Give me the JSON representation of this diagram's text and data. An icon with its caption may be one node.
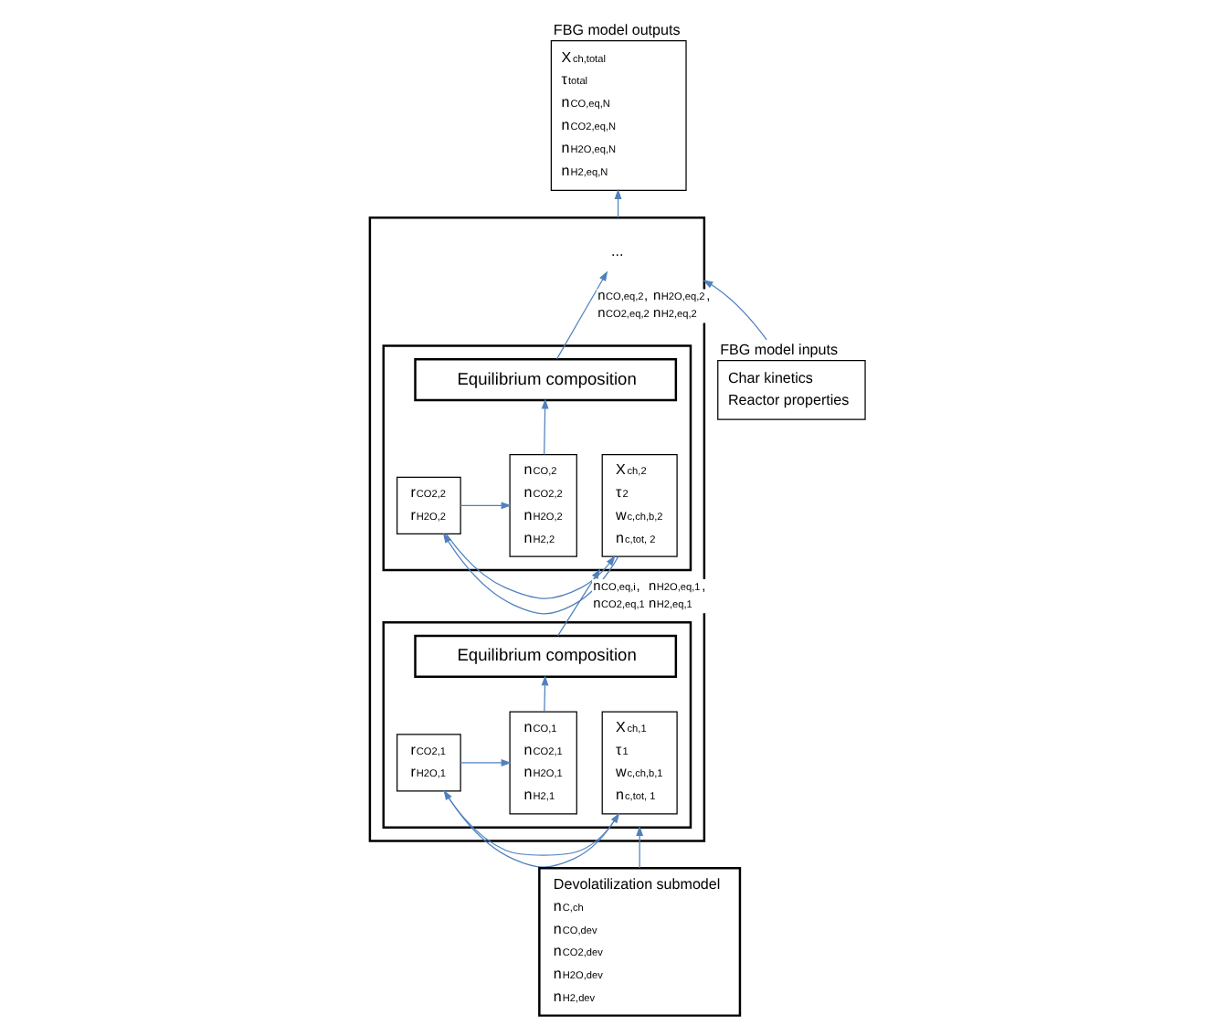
{
  "diagram": {
    "nodes": [
      {
        "text": [],
        "shape": "box"
      },
      {
        "text": [
          "..."
        ],
        "in": 0
      },
      {
        "text": [],
        "shape": "box",
        "in": 0
      },
      {
        "text": [
          "Equilibrium composition"
        ],
        "in": 2
      },
      {
        "text": [
          "X$_{ch,2}$",
          "τ$_{2}$",
          "w$_{c,ch,b,2}$",
          "n$_{c,tot, 2}$"
        ],
        "in": 2
      },
      {
        "text": [
          "r$_{CO2,2}$",
          "r$_{H2O,2}$"
        ],
        "in": 2
      },
      {
        "text": [
          "n$_{CO,2}$",
          "n$_{CO2,2}$",
          "n$_{H2O,2}$",
          "n$_{H2,2}$"
        ],
        "in": 2
      },
      {
        "text": [],
        "shape": "box",
        "in": 0
      },
      {
        "text": [
          "Equilibrium composition"
        ],
        "in": 7
      },
      {
        "text": [
          "X$_{ch,1}$",
          "τ$_{1}$",
          "w$_{c,ch,b,1}$",
          "n$_{c,tot, 1}$"
        ],
        "in": 7
      },
      {
        "text": [
          "r$_{CO2,1}$",
          "r$_{H2O,1}$"
        ],
        "in": 7
      },
      {
        "text": [
          "n$_{CO,1}$",
          "n$_{CO2,1}$",
          "n$_{H2O,1}$",
          "n$_{H2,1}$"
        ],
        "in": 7
      },
      {
        "text": [
          "FBG model inputs",
          "Char kinetics",
          "Reactor properties"
        ]
      },
      {
        "text": [
          "Devolatilization submodel",
          "n$_{C,ch}$",
          "n$_{CO,dev}$",
          "n$_{CO2,dev}$",
          "n$_{H2O,dev}$",
          "n$_{H2,dev}$"
        ]
      },
      {
        "text": [
          "FBG model outputs",
          "X$_{ch,total}$",
          "τ$_{total}$",
          "n$_{CO,eq,N}$",
          "n$_{CO2,eq,N}$",
          "n$_{H2O,eq,N}$",
          "n$_{H2,eq,N}$"
        ]
      }
    ],
    "edges": [
      {
        "from": 12,
        "to": 0,
        "arrow": "to"
      },
      {
        "from": 13,
        "to": 7,
        "arrow": "to"
      },
      {
        "from": 10,
        "to": 9,
        "arrow": "to"
      },
      {
        "from": 9,
        "to": 10,
        "arrow": "to"
      },
      {
        "from": 10,
        "to": 11,
        "arrow": "to"
      },
      {
        "from": 11,
        "to": 8,
        "arrow": "to"
      },
      {
        "from": 8,
        "to": 2,
        "arrow": "to",
        "label": "n$_{CO,eq,i}$, n$_{H2O,eq,1}$, n$_{CO2,eq,1}$ n$_{H2,eq,1}$"
      },
      {
        "from": 5,
        "to": 4,
        "arrow": "to"
      },
      {
        "from": 4,
        "to": 5,
        "arrow": "to"
      },
      {
        "from": 5,
        "to": 6,
        "arrow": "to"
      },
      {
        "from": 6,
        "to": 3,
        "arrow": "to"
      },
      {
        "from": 3,
        "to": 1,
        "arrow": "to",
        "label": "n$_{CO,eq,2}$, n$_{H2O,eq,2}$, n$_{CO2,eq,2}$ n$_{H2,eq,2}$"
      },
      {
        "from": 0,
        "to": 14,
        "arrow": "to"
      }
    ]
  }
}
